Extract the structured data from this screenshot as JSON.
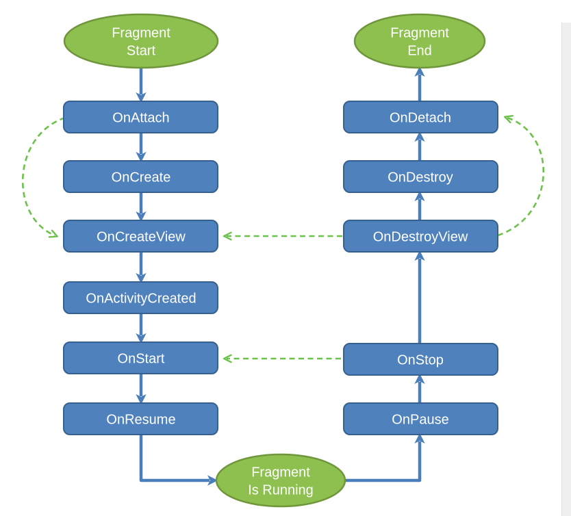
{
  "diagram": {
    "type": "flowchart",
    "nodes": {
      "fragment_start": {
        "line1": "Fragment",
        "line2": "Start"
      },
      "on_attach": {
        "label": "OnAttach"
      },
      "on_create": {
        "label": "OnCreate"
      },
      "on_create_view": {
        "label": "OnCreateView"
      },
      "on_activity_created": {
        "label": "OnActivityCreated"
      },
      "on_start": {
        "label": "OnStart"
      },
      "on_resume": {
        "label": "OnResume"
      },
      "fragment_running": {
        "line1": "Fragment",
        "line2": "Is Running"
      },
      "on_pause": {
        "label": "OnPause"
      },
      "on_stop": {
        "label": "OnStop"
      },
      "on_destroy_view": {
        "label": "OnDestroyView"
      },
      "on_destroy": {
        "label": "OnDestroy"
      },
      "on_detach": {
        "label": "OnDetach"
      },
      "fragment_end": {
        "line1": "Fragment",
        "line2": "End"
      }
    },
    "edges": [
      {
        "from": "Fragment Start",
        "to": "OnAttach",
        "style": "solid"
      },
      {
        "from": "OnAttach",
        "to": "OnCreate",
        "style": "solid"
      },
      {
        "from": "OnCreate",
        "to": "OnCreateView",
        "style": "solid"
      },
      {
        "from": "OnCreateView",
        "to": "OnActivityCreated",
        "style": "solid"
      },
      {
        "from": "OnActivityCreated",
        "to": "OnStart",
        "style": "solid"
      },
      {
        "from": "OnStart",
        "to": "OnResume",
        "style": "solid"
      },
      {
        "from": "OnResume",
        "to": "Fragment Is Running",
        "style": "solid"
      },
      {
        "from": "Fragment Is Running",
        "to": "OnPause",
        "style": "solid"
      },
      {
        "from": "OnPause",
        "to": "OnStop",
        "style": "solid"
      },
      {
        "from": "OnStop",
        "to": "OnDestroyView",
        "style": "solid"
      },
      {
        "from": "OnDestroyView",
        "to": "OnDestroy",
        "style": "solid"
      },
      {
        "from": "OnDestroy",
        "to": "OnDetach",
        "style": "solid"
      },
      {
        "from": "OnDetach",
        "to": "Fragment End",
        "style": "solid"
      },
      {
        "from": "OnAttach",
        "to": "OnCreateView",
        "style": "dashed"
      },
      {
        "from": "OnDestroyView",
        "to": "OnCreateView",
        "style": "dashed"
      },
      {
        "from": "OnStop",
        "to": "OnStart",
        "style": "dashed"
      },
      {
        "from": "OnDestroyView",
        "to": "OnDetach",
        "style": "dashed"
      }
    ]
  },
  "colors": {
    "terminal_fill": "#8dc04f",
    "terminal_stroke": "#70963b",
    "process_fill": "#4f81bd",
    "process_stroke": "#36608f",
    "flow_arrow": "#4a7ebb",
    "back_arrow": "#6bc24a",
    "text": "#ffffff",
    "page_edge_fill": "#f0eff0",
    "page_edge_line": "#e2e1e2"
  }
}
